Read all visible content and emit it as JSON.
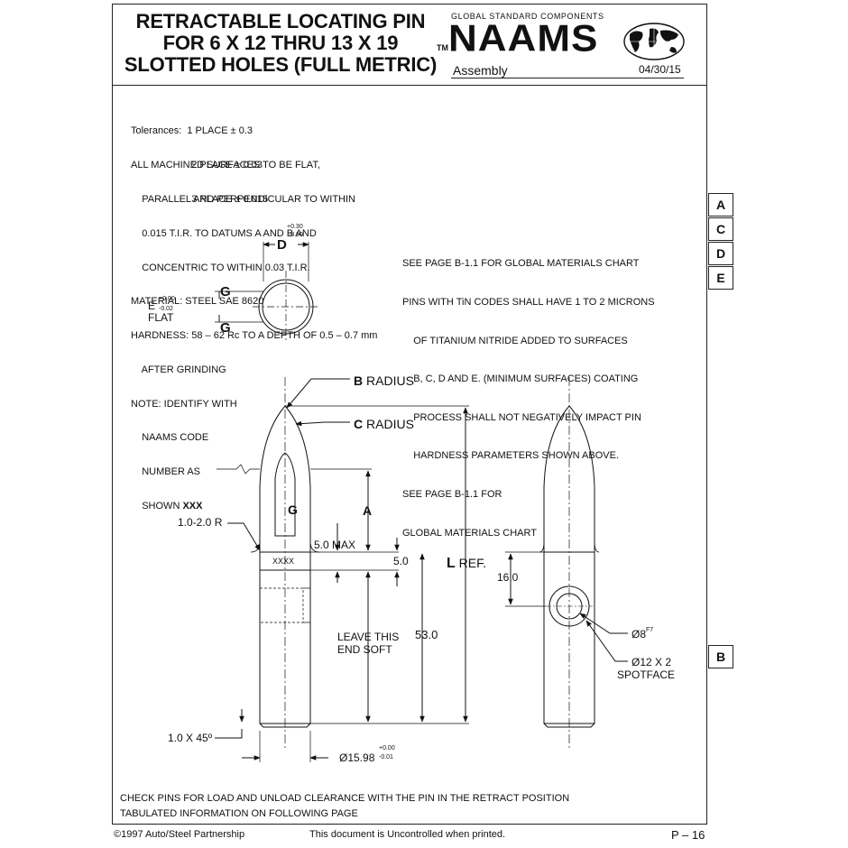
{
  "header": {
    "title_lines": [
      "RETRACTABLE LOCATING PIN",
      "FOR 6 X 12 THRU 13 X 19",
      "SLOTTED HOLES (FULL METRIC)"
    ],
    "tm": "TM",
    "brand_tagline": "GLOBAL STANDARD COMPONENTS",
    "brand": "NAAMS",
    "section": "Assembly",
    "date": "04/30/15"
  },
  "notes": {
    "tolerances": [
      "Tolerances:  1 PLACE ± 0.3",
      "                      2 PLACE ± 0.03",
      "                      3 PLACE ± 0.015"
    ],
    "general": [
      "ALL MACHINED SURFACES TO BE FLAT,",
      "    PARALLEL AND PERPENDICULAR TO WITHIN",
      "    0.015 T.I.R. TO DATUMS A AND B AND",
      "    CONCENTRIC TO WITHIN 0.03 T.I.R.",
      "MATERIAL: STEEL SAE 8620",
      "HARDNESS: 58 – 62 Rc TO A DEPTH OF 0.5 – 0.7 mm",
      "    AFTER GRINDING",
      "NOTE: IDENTIFY WITH",
      "    NAAMS CODE",
      "    NUMBER AS",
      "    SHOWN "
    ],
    "shown_code": "XXX",
    "materials": [
      "SEE PAGE B-1.1 FOR GLOBAL MATERIALS CHART",
      "PINS WITH TiN CODES SHALL HAVE 1 TO 2 MICRONS",
      "    OF TITANIUM NITRIDE ADDED TO SURFACES",
      "    B, C, D AND E. (MINIMUM SURFACES) COATING",
      "    PROCESS SHALL NOT NEGATIVELY IMPACT PIN",
      "    HARDNESS PARAMETERS SHOWN ABOVE.",
      "SEE PAGE B-1.1 FOR",
      "GLOBAL MATERIALS CHART"
    ]
  },
  "tabs": [
    "A",
    "C",
    "D",
    "E",
    "B"
  ],
  "drawing": {
    "end_view": {
      "d_label": "D",
      "d_tol_plus": "+0.30",
      "d_tol_minus": "-0.00",
      "g_label": "G",
      "e_label": "E",
      "e_tol_plus": "+0.00",
      "e_tol_minus": "-0.02",
      "flat_label": "FLAT"
    },
    "side_view": {
      "b_letter": "B",
      "b_text": " RADIUS",
      "c_letter": "C",
      "c_text": " RADIUS",
      "g_label": "G",
      "a_label": "A",
      "corner_radius": "1.0-2.0 R",
      "max_5": "5.0 MAX",
      "dim_5": "5.0",
      "code": "XXXX",
      "l_letter": "L",
      "l_text": " REF.",
      "soft_line1": "LEAVE THIS",
      "soft_line2": "END SOFT",
      "dim_53": "53.0",
      "chamfer": "1.0 X 45º",
      "dia": "Ø15.98",
      "dia_tol_plus": "+0.00",
      "dia_tol_minus": "-0.01"
    },
    "front_view": {
      "dim_16": "16.0",
      "hole": "Ø8",
      "hole_fit": "F7",
      "spot1": "Ø12 X 2",
      "spot2": "SPOTFACE"
    }
  },
  "bottom_notes": [
    "CHECK PINS FOR LOAD AND UNLOAD CLEARANCE WITH THE PIN IN THE RETRACT POSITION",
    "TABULATED INFORMATION ON FOLLOWING PAGE"
  ],
  "footer": {
    "copyright": "©1997 Auto/Steel Partnership",
    "notice": "This document is Uncontrolled when printed.",
    "page": "P – 16"
  }
}
